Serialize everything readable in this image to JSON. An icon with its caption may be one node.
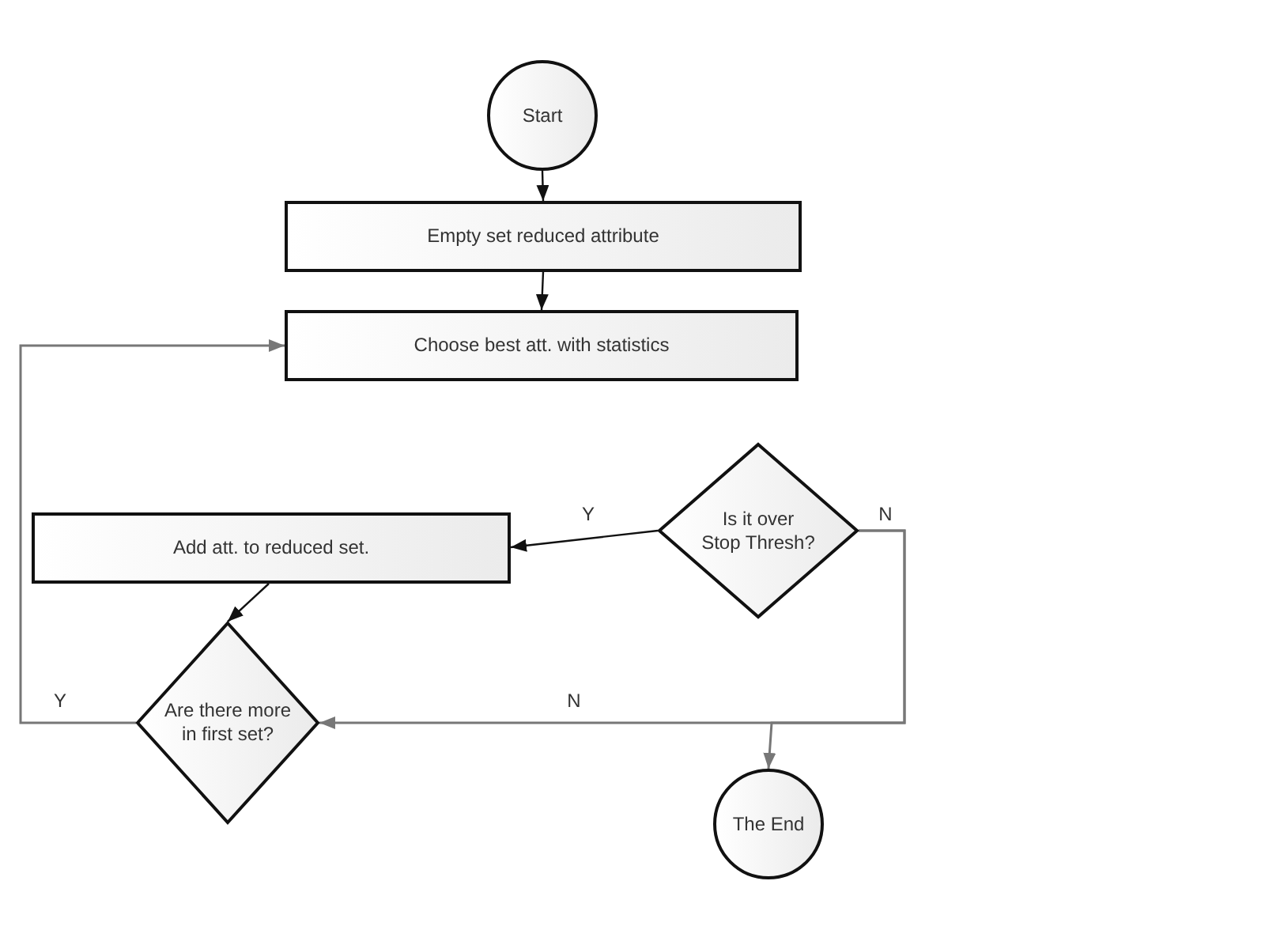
{
  "diagram": {
    "nodes": [
      {
        "text": [
          "Start"
        ]
      },
      {
        "text": [
          "Empty set reduced attribute"
        ]
      },
      {
        "text": [
          "Choose best att. with statistics"
        ]
      },
      {
        "text": [
          "Is it over Stop Thresh?"
        ]
      },
      {
        "text": [
          "Add att. to reduced set."
        ]
      },
      {
        "text": [
          "Are there more in first set?"
        ]
      },
      {
        "text": [
          "The End"
        ]
      }
    ],
    "edges": [
      {
        "from": 0,
        "to": 1,
        "arrow": "to"
      },
      {
        "from": 1,
        "to": 2,
        "arrow": "to"
      },
      {
        "from": 3,
        "to": 4,
        "arrow": "to",
        "label": "Y"
      },
      {
        "from": 4,
        "to": 5,
        "arrow": "to"
      },
      {
        "from": 5,
        "to": 2,
        "arrow": "to",
        "label": "Y",
        "color": "#777777"
      },
      {
        "from": 3,
        "to": 5,
        "arrow": "to",
        "label": "N",
        "color": "#777777"
      },
      {
        "from": 3,
        "to": 6,
        "arrow": "to",
        "label": "N",
        "color": "#777777"
      }
    ]
  }
}
